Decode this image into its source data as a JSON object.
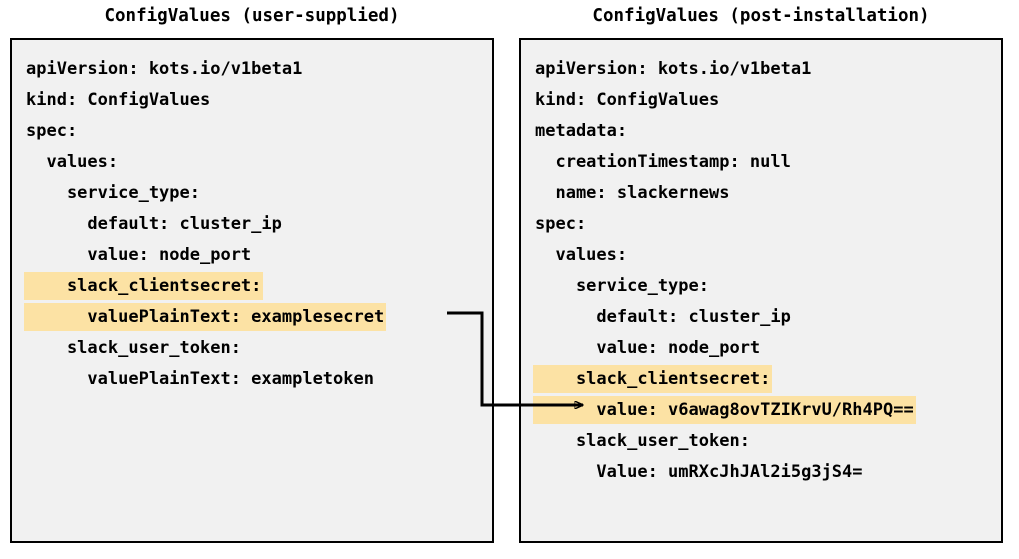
{
  "diagram": {
    "type": "two-panel-yaml-comparison",
    "background_color": "#ffffff",
    "box_background_color": "#f1f1f1",
    "box_border_color": "#000000",
    "highlight_color": "#fce2a4",
    "connector_color": "#000000",
    "connector_label": ""
  },
  "panels": {
    "left": {
      "title": "ConfigValues (user-supplied)",
      "lines": [
        {
          "text": "apiVersion: kots.io/v1beta1",
          "highlight": false
        },
        {
          "text": "kind: ConfigValues",
          "highlight": false
        },
        {
          "text": "spec:",
          "highlight": false
        },
        {
          "text": "  values:",
          "highlight": false
        },
        {
          "text": "    service_type:",
          "highlight": false
        },
        {
          "text": "      default: cluster_ip",
          "highlight": false
        },
        {
          "text": "      value: node_port",
          "highlight": false
        },
        {
          "text": "    slack_clientsecret:",
          "highlight": true
        },
        {
          "text": "      valuePlainText: examplesecret",
          "highlight": true
        },
        {
          "text": "    slack_user_token:",
          "highlight": false
        },
        {
          "text": "      valuePlainText: exampletoken",
          "highlight": false
        }
      ]
    },
    "right": {
      "title": "ConfigValues (post-installation)",
      "lines": [
        {
          "text": "apiVersion: kots.io/v1beta1",
          "highlight": false
        },
        {
          "text": "kind: ConfigValues",
          "highlight": false
        },
        {
          "text": "metadata:",
          "highlight": false
        },
        {
          "text": "  creationTimestamp: null",
          "highlight": false
        },
        {
          "text": "  name: slackernews",
          "highlight": false
        },
        {
          "text": "spec:",
          "highlight": false
        },
        {
          "text": "  values:",
          "highlight": false
        },
        {
          "text": "    service_type:",
          "highlight": false
        },
        {
          "text": "      default: cluster_ip",
          "highlight": false
        },
        {
          "text": "      value: node_port",
          "highlight": false
        },
        {
          "text": "    slack_clientsecret:",
          "highlight": true
        },
        {
          "text": "      value: v6awag8ovTZIKrvU/Rh4PQ==",
          "highlight": true
        },
        {
          "text": "    slack_user_token:",
          "highlight": false
        },
        {
          "text": "      Value: umRXcJhJAl2i5g3jS4=",
          "highlight": false
        }
      ]
    }
  }
}
